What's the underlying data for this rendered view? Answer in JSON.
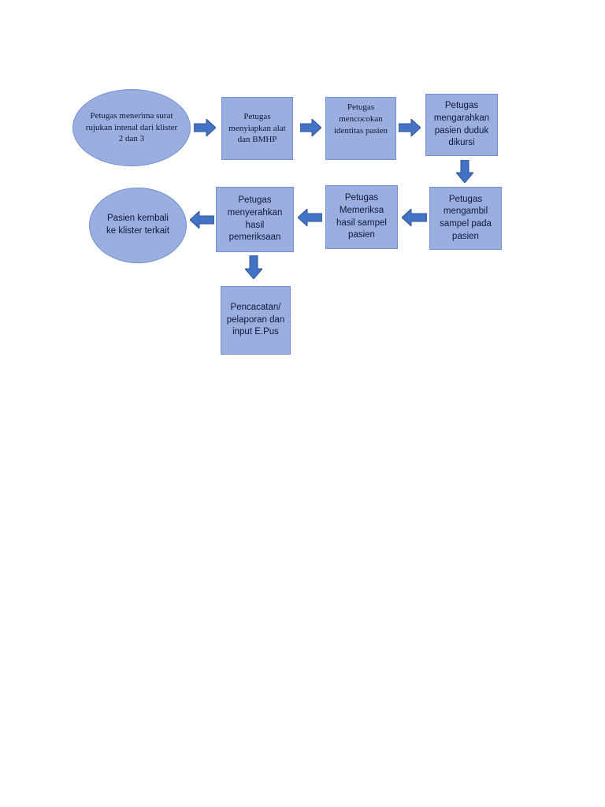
{
  "flowchart": {
    "colors": {
      "node_fill": "#9aaedf",
      "node_border": "#6f8fd0",
      "arrow": "#4472c4"
    },
    "nodes": [
      {
        "id": "n1",
        "text": "Petugas menerima surat rujukan intenal dari klister 2 dan 3"
      },
      {
        "id": "n2",
        "text": "Petugas menyiapkan alat dan BMHP"
      },
      {
        "id": "n3",
        "text": "Petugas mencocokan identitas pasien"
      },
      {
        "id": "n4",
        "text": "Petugas mengarahkan pasien duduk dikursi"
      },
      {
        "id": "n5",
        "text": "Petugas mengambil sampel pada pasien"
      },
      {
        "id": "n6",
        "text": "Petugas Memeriksa hasil sampel pasien"
      },
      {
        "id": "n7",
        "text": "Petugas menyerahkan hasil pemeriksaan"
      },
      {
        "id": "n8",
        "text": "Pasien kembali ke klister terkait"
      },
      {
        "id": "n9",
        "text": "Pencacatan/ pelaporan dan input E.Pus"
      }
    ],
    "edges": [
      {
        "from": "n1",
        "to": "n2"
      },
      {
        "from": "n2",
        "to": "n3"
      },
      {
        "from": "n3",
        "to": "n4"
      },
      {
        "from": "n4",
        "to": "n5"
      },
      {
        "from": "n5",
        "to": "n6"
      },
      {
        "from": "n6",
        "to": "n7"
      },
      {
        "from": "n7",
        "to": "n8"
      },
      {
        "from": "n7",
        "to": "n9"
      }
    ]
  }
}
